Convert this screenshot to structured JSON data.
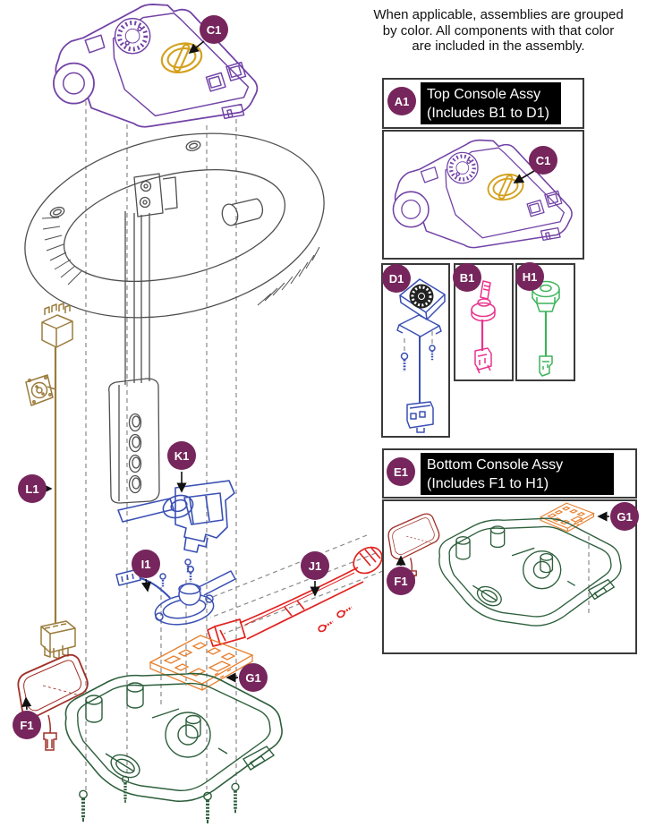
{
  "note": {
    "lines": [
      "When applicable, assemblies are grouped",
      "by color. All components with that color",
      "are included in the assembly."
    ]
  },
  "callouts": {
    "a1": "A1",
    "b1": "B1",
    "c1": "C1",
    "d1": "D1",
    "e1": "E1",
    "f1": "F1",
    "g1": "G1",
    "h1": "H1",
    "i1": "I1",
    "j1": "J1",
    "k1": "K1",
    "l1": "L1"
  },
  "boxes": {
    "top_console": {
      "badge": "A1",
      "title": [
        "Top Console Assy",
        "(Includes B1 to D1)"
      ]
    },
    "bottom_console": {
      "badge": "E1",
      "title": [
        "Bottom Console Assy",
        "(Includes F1 to H1)"
      ]
    },
    "speed_dial": {
      "badge": "D1"
    },
    "key_switch": {
      "badge": "B1"
    },
    "toggle_switch": {
      "badge": "H1"
    }
  },
  "colors": {
    "badge": "#76265c",
    "top_console_purple": "#7243a6",
    "key_yellow": "#d4a11e",
    "blue_part": "#3a50b4",
    "pink_part": "#e8348e",
    "bright_green_part": "#3cb45a",
    "shell_green": "#2d5f3c",
    "red_part": "#e02421",
    "dark_red_part": "#a03028",
    "orange_part": "#e8802f",
    "tan_part": "#9b7b3c",
    "handlebar_gray": "#4f4f4f",
    "dashed_line": "#8a8a8a",
    "box_border": "#3a3a3a"
  }
}
